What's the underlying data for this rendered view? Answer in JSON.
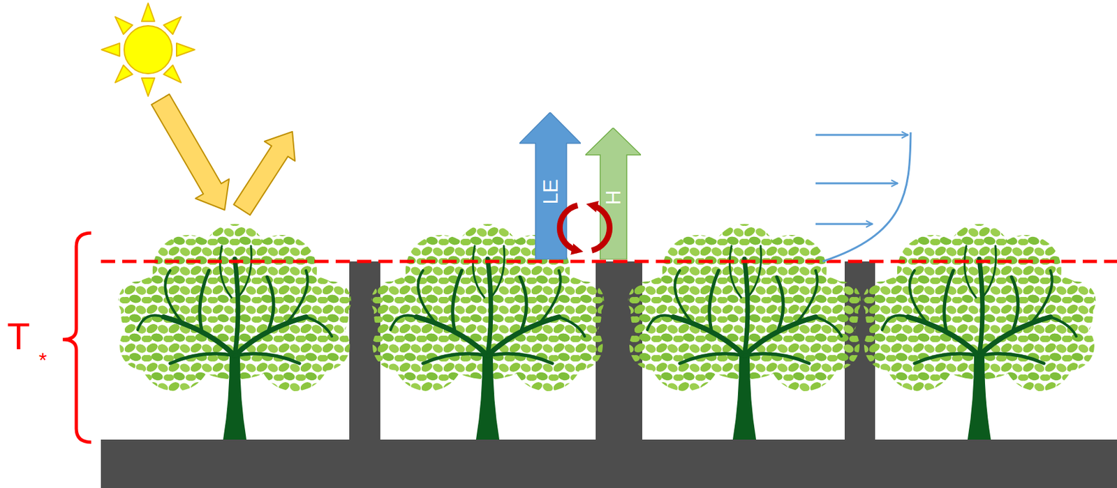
{
  "diagram": {
    "nodes": [
      {
        "text": [
          "LE"
        ]
      },
      {
        "text": [
          "H"
        ]
      }
    ],
    "labels": [
      "T",
      "*"
    ]
  }
}
